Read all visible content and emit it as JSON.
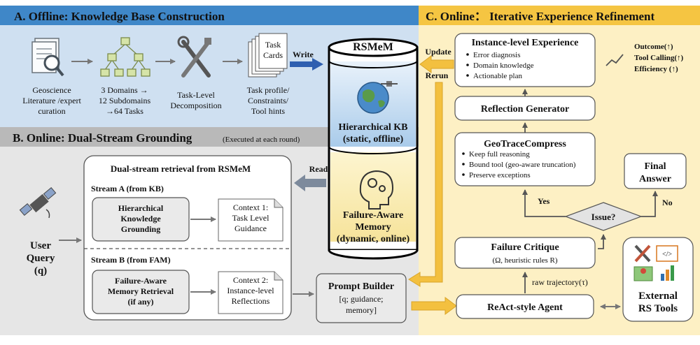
{
  "panel_a": {
    "title": "A. Offline: Knowledge Base Construction",
    "step1": [
      "Geoscience",
      "Literature /expert",
      "curation"
    ],
    "step2": [
      "3 Domains →",
      "12 Subdomains",
      "→64 Tasks"
    ],
    "step3": [
      "Task-Level",
      "Decomposition"
    ],
    "step4": [
      "Task profile/",
      "Constraints/",
      "Tool hints"
    ],
    "task_card": [
      "Task",
      "Cards"
    ],
    "write_label": "Write"
  },
  "panel_b": {
    "title": "B. Online: Dual-Stream Grounding",
    "subtitle": "(Executed at each round)",
    "read_label": "Read",
    "retrieval_title": "Dual-stream retrieval from RSMeM",
    "stream_a": "Stream A (from KB)",
    "stream_b": "Stream B (from FAM)",
    "hkg": [
      "Hierarchical",
      "Knowledge",
      "Grounding"
    ],
    "context1": [
      "Context 1:",
      "Task Level",
      "Guidance"
    ],
    "famr": [
      "Failure-Aware",
      "Memory Retrieval",
      "(if any)"
    ],
    "context2": [
      "Context 2:",
      "Instance-level",
      "Reflections"
    ],
    "user_query": [
      "User",
      "Query",
      "(q)"
    ],
    "prompt_builder_title": "Prompt Builder",
    "prompt_builder_body": [
      "[q; guidance;",
      "memory]"
    ]
  },
  "rsmem": {
    "title": "RSMeM",
    "kb": [
      "Hierarchical KB",
      "(static, offline)"
    ],
    "fam": [
      "Failure-Aware",
      "Memory",
      "(dynamic, online)"
    ]
  },
  "panel_c": {
    "title": "C. Online： Iterative Experience Refinement",
    "update_label": "Update",
    "rerun_label": "Rerun",
    "instance_exp_title": "Instance-level Experience",
    "instance_exp_items": [
      "Error diagnosis",
      "Domain knowledge",
      "Actionable plan"
    ],
    "metrics": [
      "Outcome(↑)",
      "Tool Calling(↑)",
      "Efficiency (↑)"
    ],
    "reflection_generator": "Reflection Generator",
    "geotrace_title": "GeoTraceCompress",
    "geotrace_items": [
      "Keep full reasoning",
      "Bound tool (geo-aware truncation)",
      "Preserve exceptions"
    ],
    "final_answer": [
      "Final",
      "Answer"
    ],
    "issue": "Issue?",
    "yes": "Yes",
    "no": "No",
    "failure_critique_title": "Failure Critique",
    "failure_critique_body": "(Ω, heuristic rules R)",
    "raw_trajectory": "raw trajectory(τ)",
    "react_agent": "ReAct-style Agent",
    "external_tools": [
      "External",
      "RS Tools"
    ]
  },
  "colors": {
    "panel_a_header": "#3f87c8",
    "panel_a_bg": "#cfe0f1",
    "panel_b_header": "#b9b9b9",
    "panel_b_bg": "#e6e6e6",
    "panel_c_header": "#f5c542",
    "panel_c_bg": "#fdf0c4",
    "write_arrow": "#2f5fb0",
    "flow_arrow": "#f3c03f"
  },
  "icons": [
    "document-magnifier-icon",
    "hierarchy-tree-icon",
    "tools-icon",
    "task-cards-icon",
    "globe-satellite-icon",
    "brain-gears-icon",
    "satellite-icon",
    "trend-up-icon",
    "rs-tools-icon"
  ]
}
